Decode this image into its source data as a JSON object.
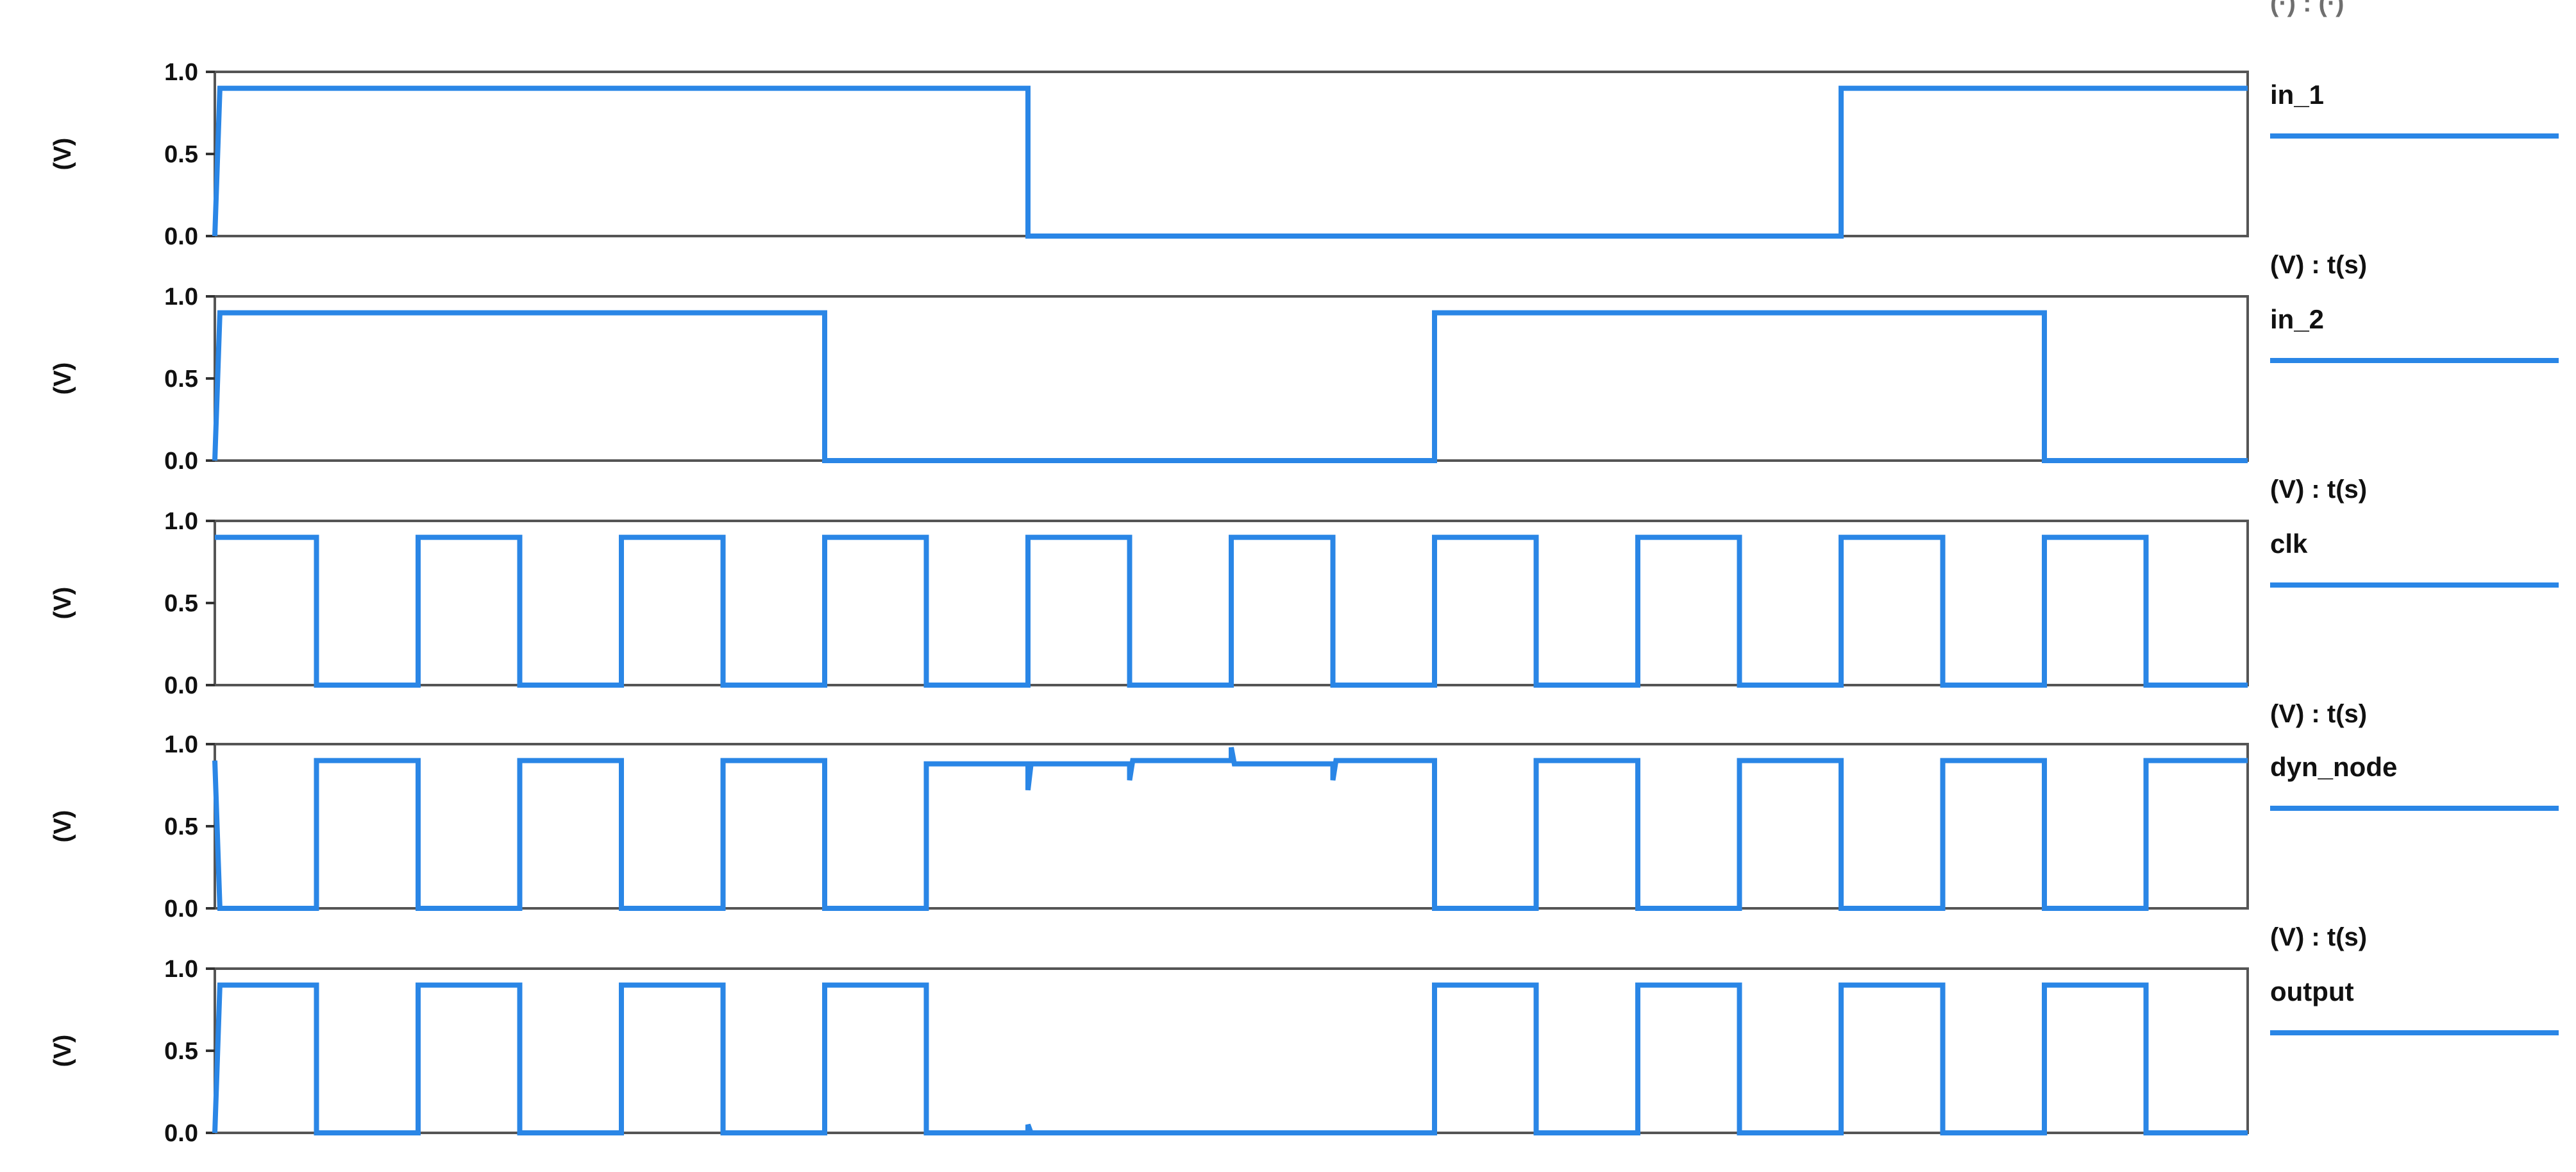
{
  "chart_data": {
    "type": "line",
    "style": "transient waveform stack, step signals",
    "series_color": "#2a86e6",
    "x_unit_label": "(V) : t(s)",
    "x_range": [
      0,
      20
    ],
    "top_partial_label": "(·) : (·)",
    "panels": [
      {
        "name": "in_1",
        "ylabel": "(V)",
        "yticks": [
          "1.0",
          "0.5",
          "0.0"
        ],
        "ylim": [
          0,
          1.0
        ],
        "points": [
          [
            0,
            0
          ],
          [
            0.05,
            0.9
          ],
          [
            8,
            0.9
          ],
          [
            8,
            0
          ],
          [
            16,
            0
          ],
          [
            16,
            0.9
          ],
          [
            20,
            0.9
          ]
        ]
      },
      {
        "name": "in_2",
        "ylabel": "(V)",
        "yticks": [
          "1.0",
          "0.5",
          "0.0"
        ],
        "ylim": [
          0,
          1.0
        ],
        "points": [
          [
            0,
            0
          ],
          [
            0.05,
            0.9
          ],
          [
            6,
            0.9
          ],
          [
            6,
            0
          ],
          [
            12,
            0
          ],
          [
            12,
            0.9
          ],
          [
            18,
            0.9
          ],
          [
            18,
            0
          ],
          [
            20,
            0
          ]
        ]
      },
      {
        "name": "clk",
        "ylabel": "(V)",
        "yticks": [
          "1.0",
          "0.5",
          "0.0"
        ],
        "ylim": [
          0,
          1.0
        ],
        "points": [
          [
            0,
            0.9
          ],
          [
            1,
            0.9
          ],
          [
            1,
            0
          ],
          [
            2,
            0
          ],
          [
            2,
            0.9
          ],
          [
            3,
            0.9
          ],
          [
            3,
            0
          ],
          [
            4,
            0
          ],
          [
            4,
            0.9
          ],
          [
            5,
            0.9
          ],
          [
            5,
            0
          ],
          [
            6,
            0
          ],
          [
            6,
            0.9
          ],
          [
            7,
            0.9
          ],
          [
            7,
            0
          ],
          [
            8,
            0
          ],
          [
            8,
            0.9
          ],
          [
            9,
            0.9
          ],
          [
            9,
            0
          ],
          [
            10,
            0
          ],
          [
            10,
            0.9
          ],
          [
            11,
            0.9
          ],
          [
            11,
            0
          ],
          [
            12,
            0
          ],
          [
            12,
            0.9
          ],
          [
            13,
            0.9
          ],
          [
            13,
            0
          ],
          [
            14,
            0
          ],
          [
            14,
            0.9
          ],
          [
            15,
            0.9
          ],
          [
            15,
            0
          ],
          [
            16,
            0
          ],
          [
            16,
            0.9
          ],
          [
            17,
            0.9
          ],
          [
            17,
            0
          ],
          [
            18,
            0
          ],
          [
            18,
            0.9
          ],
          [
            19,
            0.9
          ],
          [
            19,
            0
          ],
          [
            20,
            0
          ]
        ]
      },
      {
        "name": "dyn_node",
        "ylabel": "(V)",
        "yticks": [
          "1.0",
          "0.5",
          "0.0"
        ],
        "ylim": [
          0,
          1.0
        ],
        "points": [
          [
            0,
            0.9
          ],
          [
            0.05,
            0
          ],
          [
            1,
            0
          ],
          [
            1,
            0.9
          ],
          [
            2,
            0.9
          ],
          [
            2,
            0
          ],
          [
            3,
            0
          ],
          [
            3,
            0.9
          ],
          [
            4,
            0.9
          ],
          [
            4,
            0
          ],
          [
            5,
            0
          ],
          [
            5,
            0.9
          ],
          [
            6,
            0.9
          ],
          [
            6,
            0
          ],
          [
            7,
            0
          ],
          [
            7,
            0.88
          ],
          [
            8,
            0.88
          ],
          [
            8,
            0.72
          ],
          [
            8.03,
            0.88
          ],
          [
            9,
            0.88
          ],
          [
            9,
            0.78
          ],
          [
            9.03,
            0.9
          ],
          [
            10,
            0.9
          ],
          [
            10,
            0.98
          ],
          [
            10.03,
            0.88
          ],
          [
            11,
            0.88
          ],
          [
            11,
            0.78
          ],
          [
            11.03,
            0.9
          ],
          [
            12,
            0.9
          ],
          [
            12,
            0
          ],
          [
            13,
            0
          ],
          [
            13,
            0.9
          ],
          [
            14,
            0.9
          ],
          [
            14,
            0
          ],
          [
            15,
            0
          ],
          [
            15,
            0.9
          ],
          [
            16,
            0.9
          ],
          [
            16,
            0
          ],
          [
            17,
            0
          ],
          [
            17,
            0.9
          ],
          [
            18,
            0.9
          ],
          [
            18,
            0
          ],
          [
            19,
            0
          ],
          [
            19,
            0.9
          ],
          [
            20,
            0.9
          ]
        ]
      },
      {
        "name": "output",
        "ylabel": "(V)",
        "yticks": [
          "1.0",
          "0.5",
          "0.0"
        ],
        "ylim": [
          0,
          1.0
        ],
        "points": [
          [
            0,
            0
          ],
          [
            0.05,
            0.9
          ],
          [
            1,
            0.9
          ],
          [
            1,
            0
          ],
          [
            2,
            0
          ],
          [
            2,
            0.9
          ],
          [
            3,
            0.9
          ],
          [
            3,
            0
          ],
          [
            4,
            0
          ],
          [
            4,
            0.9
          ],
          [
            5,
            0.9
          ],
          [
            5,
            0
          ],
          [
            6,
            0
          ],
          [
            6,
            0.9
          ],
          [
            7,
            0.9
          ],
          [
            7,
            0
          ],
          [
            8,
            0
          ],
          [
            8,
            0.05
          ],
          [
            8.03,
            0
          ],
          [
            12,
            0
          ],
          [
            12,
            0.9
          ],
          [
            13,
            0.9
          ],
          [
            13,
            0
          ],
          [
            14,
            0
          ],
          [
            14,
            0.9
          ],
          [
            15,
            0.9
          ],
          [
            15,
            0
          ],
          [
            16,
            0
          ],
          [
            16,
            0.9
          ],
          [
            17,
            0.9
          ],
          [
            17,
            0
          ],
          [
            18,
            0
          ],
          [
            18,
            0.9
          ],
          [
            19,
            0.9
          ],
          [
            19,
            0
          ],
          [
            20,
            0
          ]
        ]
      }
    ]
  }
}
